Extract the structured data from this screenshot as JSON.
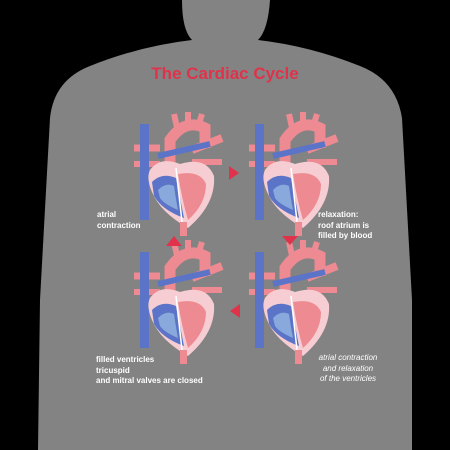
{
  "title": "The Cardiac Cycle",
  "colors": {
    "background": "#000000",
    "silhouette": "#838383",
    "title": "#e0334b",
    "red_vessel": "#ee8a92",
    "blue_vessel": "#5b74c8",
    "arrow": "#e0334b",
    "text": "#ffffff"
  },
  "stages": [
    {
      "id": "top-left",
      "lines": [
        "atrial",
        "contraction"
      ]
    },
    {
      "id": "top-right",
      "lines": [
        "relaxation:",
        "roof atrium is",
        "filled by blood"
      ]
    },
    {
      "id": "bottom-right",
      "lines": [
        "atrial contraction",
        "and relaxation",
        "of the ventricles"
      ]
    },
    {
      "id": "bottom-left",
      "lines": [
        "filled ventricles",
        "tricuspid",
        "and mitral valves are closed"
      ]
    }
  ],
  "arrows": [
    "right",
    "down",
    "left",
    "up"
  ]
}
